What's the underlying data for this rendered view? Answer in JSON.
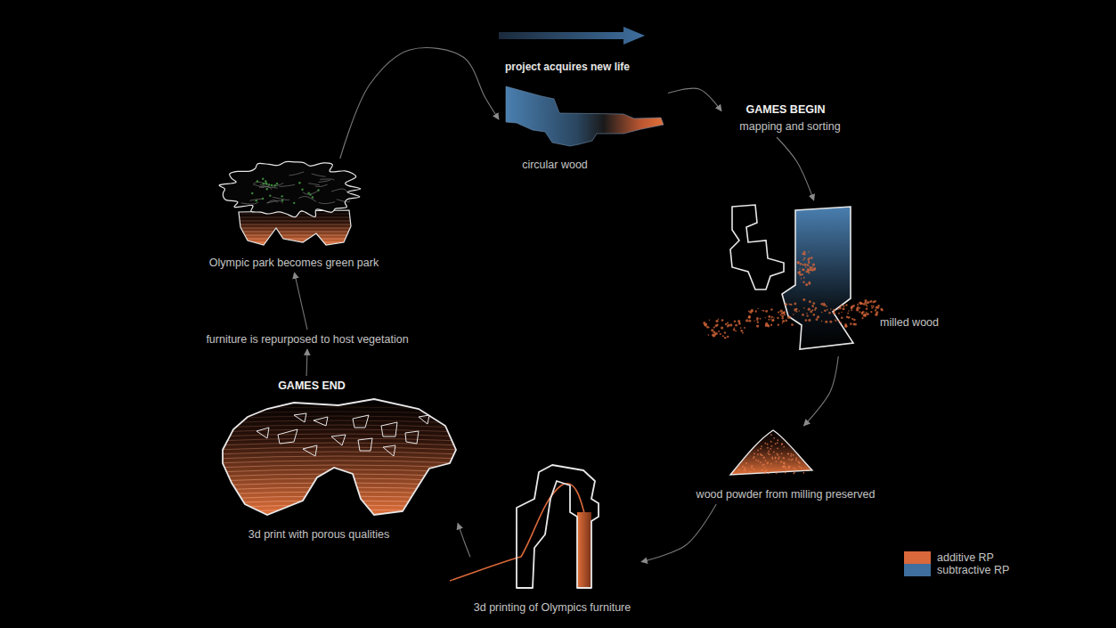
{
  "diagram": {
    "nodes": [
      {
        "text": [
          "circular wood"
        ]
      },
      {
        "text": [
          "GAMES BEGIN",
          "mapping and sorting"
        ]
      },
      {
        "text": [
          "milled wood"
        ]
      },
      {
        "text": [
          "wood powder from milling preserved"
        ]
      },
      {
        "text": [
          "3d printing of Olympics furniture"
        ]
      },
      {
        "text": [
          "GAMES END",
          "3d print with porous qualities"
        ]
      },
      {
        "text": [
          "furniture is repurposed to host vegetation"
        ]
      },
      {
        "text": [
          "Olympic park becomes green park"
        ]
      }
    ],
    "edges": [
      {
        "from": 0,
        "to": 1,
        "arrow": "to"
      },
      {
        "from": 1,
        "to": 2,
        "arrow": "to"
      },
      {
        "from": 2,
        "to": 3,
        "arrow": "to"
      },
      {
        "from": 3,
        "to": 4,
        "arrow": "to"
      },
      {
        "from": 4,
        "to": 5,
        "arrow": "to"
      },
      {
        "from": 5,
        "to": 6,
        "arrow": "to"
      },
      {
        "from": 6,
        "to": 7,
        "arrow": "to"
      },
      {
        "from": 7,
        "to": 0,
        "arrow": "to"
      }
    ],
    "labels": [
      "project acquires new life"
    ],
    "legend": [
      {
        "text": "additive RP",
        "color": "#d9683a"
      },
      {
        "text": "subtractive RP",
        "color": "#3f6f9e"
      }
    ]
  }
}
